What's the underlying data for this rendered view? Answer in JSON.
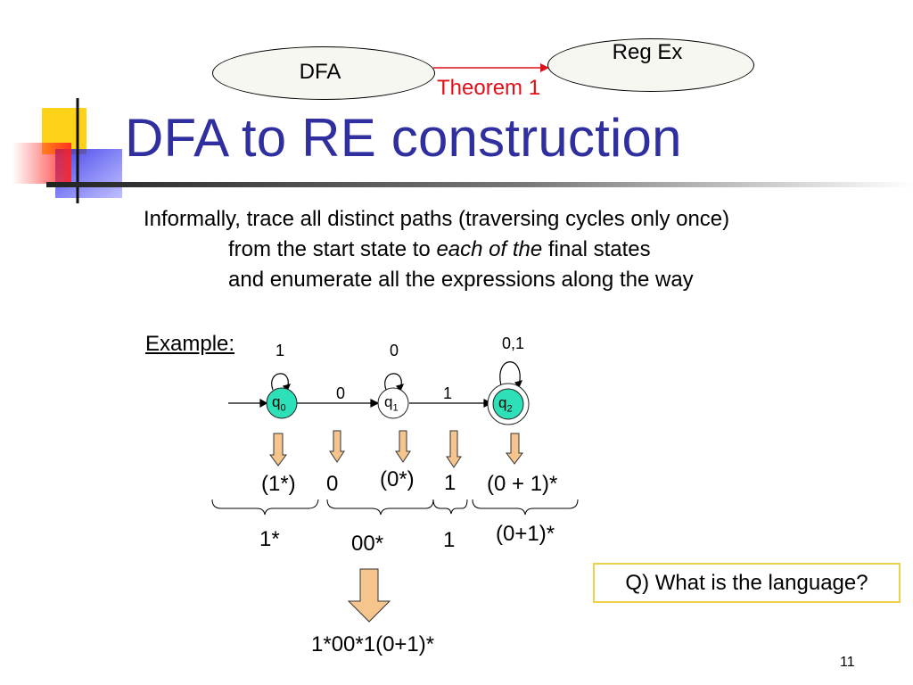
{
  "header": {
    "dfa_label": "DFA",
    "re_label": "Reg Ex",
    "theorem_label": "Theorem 1"
  },
  "title": "DFA to RE construction",
  "body": {
    "line1": "Informally, trace all distinct paths (traversing cycles only once)",
    "line2_a": "from the start state to ",
    "line2_italic": "each of the",
    "line2_b": " final states",
    "line3": "and enumerate all the expressions along the way"
  },
  "example": {
    "label": "Example:",
    "states": [
      {
        "name": "q",
        "sub": "0"
      },
      {
        "name": "q",
        "sub": "1"
      },
      {
        "name": "q",
        "sub": "2"
      }
    ],
    "loop_labels": [
      "1",
      "0",
      "0,1"
    ],
    "transition_labels": [
      "0",
      "1"
    ],
    "expressions": [
      "(1*)",
      "0",
      "(0*)",
      "1",
      "(0 + 1)*"
    ],
    "grouped": [
      "1*",
      "00*",
      "1",
      "(0+1)*"
    ],
    "result": "1*00*1(0+1)*"
  },
  "question": "Q) What is the language?",
  "page_number": "11",
  "colors": {
    "title": "#2f2fa0",
    "theorem": "#e0101a",
    "state_fill": "#2ee0b8",
    "arrow_fill": "#f6c58e",
    "question_border": "#f0d04a"
  }
}
